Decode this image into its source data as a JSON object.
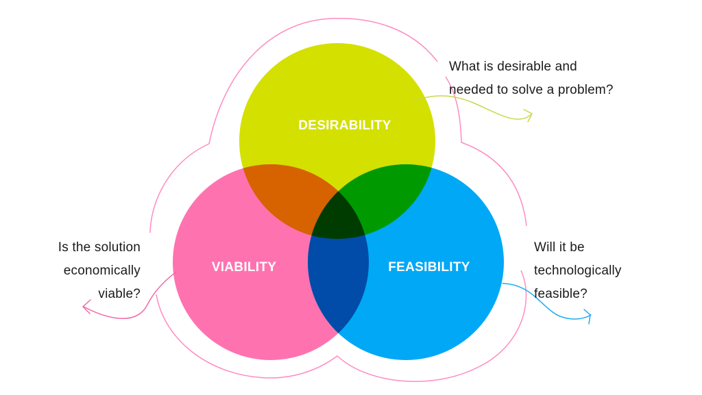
{
  "circles": {
    "desirability": {
      "label": "DESIRABILITY",
      "color": "#d4e000"
    },
    "viability": {
      "label": "VIABILITY",
      "color": "#ff72b0"
    },
    "feasibility": {
      "label": "FEASIBILITY",
      "color": "#00a8f5"
    }
  },
  "overlaps": {
    "desirability_viability": "#d66200",
    "desirability_feasibility": "#009a00",
    "viability_feasibility": "#004ca8",
    "center": "#003c00"
  },
  "questions": {
    "desirability": [
      "What is desirable and",
      "needed to solve a problem?"
    ],
    "viability": [
      "Is the solution",
      "economically",
      "viable?"
    ],
    "feasibility": [
      "Will it be",
      "technologically",
      "feasible?"
    ]
  },
  "colors": {
    "outline": "#ff8ac0",
    "arrow_desirability": "#c9d84a",
    "arrow_viability": "#f06aa6",
    "arrow_feasibility": "#1eaaf0"
  }
}
